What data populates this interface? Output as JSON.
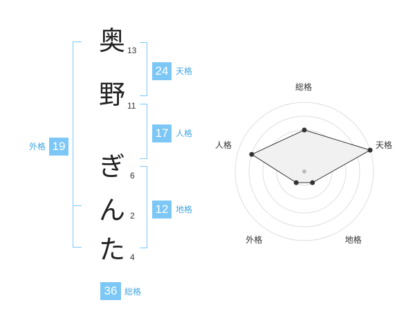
{
  "name": {
    "chars": [
      {
        "char": "奥",
        "strokes": "13"
      },
      {
        "char": "野",
        "strokes": "11"
      },
      {
        "char": "ぎ",
        "strokes": "6"
      },
      {
        "char": "ん",
        "strokes": "2"
      },
      {
        "char": "た",
        "strokes": "4"
      }
    ]
  },
  "kakusu": {
    "tenkaku": {
      "value": "24",
      "label": "天格"
    },
    "jinkaku": {
      "value": "17",
      "label": "人格"
    },
    "chikaku": {
      "value": "12",
      "label": "地格"
    },
    "gaikaku": {
      "value": "19",
      "label": "外格"
    },
    "soukaku": {
      "value": "36",
      "label": "総格"
    }
  },
  "colors": {
    "accent": "#7cc7f6",
    "label": "#45a7e0",
    "grid": "#dddddd",
    "polygon_fill": "#efefef",
    "polygon_stroke": "#333333"
  },
  "chart_data": {
    "type": "radar",
    "axes": [
      "総格",
      "天格",
      "地格",
      "外格",
      "人格"
    ],
    "values": [
      3,
      5,
      1,
      1,
      4
    ],
    "range": [
      0,
      5
    ],
    "rings": 5
  }
}
